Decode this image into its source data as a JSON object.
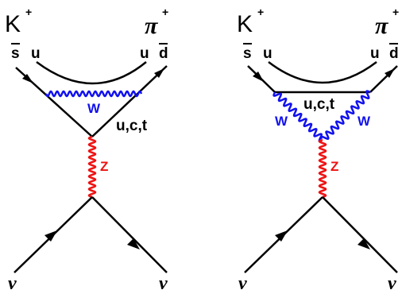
{
  "colors": {
    "w_boson": "#1111ee",
    "z_boson": "#ee1111",
    "fermion": "#000000"
  },
  "diagrams": [
    {
      "initial_meson": "K",
      "initial_charge": "+",
      "final_meson": "π",
      "final_charge": "+",
      "q_in_anti": "s",
      "q_spectator_1": "u",
      "q_spectator_2": "u",
      "q_out_anti": "d",
      "w_label": "W",
      "quark_loop_label": "u,c,t",
      "z_label": "Z",
      "nu_left": "ν",
      "nu_right": "ν"
    },
    {
      "initial_meson": "K",
      "initial_charge": "+",
      "final_meson": "π",
      "final_charge": "+",
      "q_in_anti": "s",
      "q_spectator_1": "u",
      "q_spectator_2": "u",
      "q_out_anti": "d",
      "quark_loop_label": "u,c,t",
      "w_label_left": "W",
      "w_label_right": "W",
      "z_label": "Z",
      "nu_left": "ν",
      "nu_right": "ν"
    }
  ]
}
